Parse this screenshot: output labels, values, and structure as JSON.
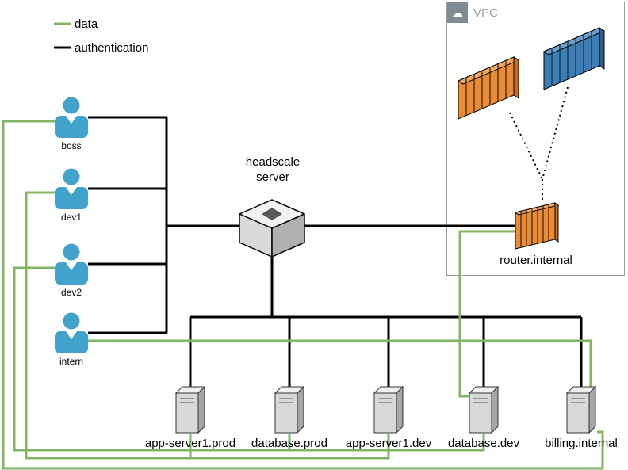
{
  "legend": {
    "data_label": "data",
    "auth_label": "authentication"
  },
  "users": [
    {
      "name": "boss"
    },
    {
      "name": "dev1"
    },
    {
      "name": "dev2"
    },
    {
      "name": "intern"
    }
  ],
  "headscale_label": "headscale\nserver",
  "vpc": {
    "label": "VPC"
  },
  "router_label": "router.internal",
  "servers": [
    {
      "name": "app-server1.prod"
    },
    {
      "name": "database.prod"
    },
    {
      "name": "app-server1.dev"
    },
    {
      "name": "database.dev"
    },
    {
      "name": "billing.internal"
    }
  ],
  "colors": {
    "data_line": "#82B366",
    "auth_line": "#000000",
    "user_fill": "#41A3CB",
    "aws_orange": "#ED8A33",
    "aws_blue": "#3D7DB5",
    "vpc_border": "#9C9C9C"
  }
}
